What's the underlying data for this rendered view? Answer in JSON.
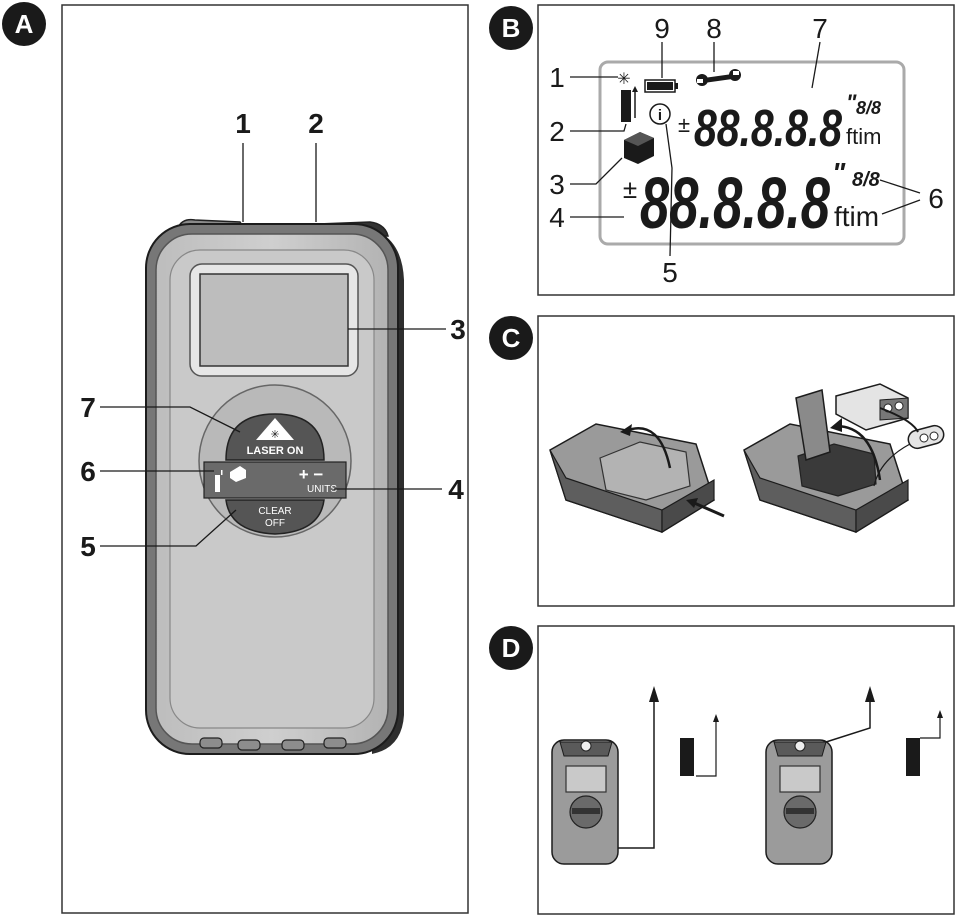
{
  "panels": [
    {
      "badge": "A"
    },
    {
      "badge": "B"
    },
    {
      "badge": "C"
    },
    {
      "badge": "D"
    }
  ],
  "panel_a": {
    "callouts": [
      "1",
      "2",
      "3",
      "4",
      "5",
      "6",
      "7"
    ],
    "buttons": {
      "laser_icon": "✳",
      "laser": "LASER ON",
      "plus_minus": "+ −",
      "units": "UNITS",
      "clear": "CLEAR",
      "off": "OFF"
    }
  },
  "panel_b": {
    "callouts": [
      "1",
      "2",
      "3",
      "4",
      "5",
      "6",
      "7",
      "8",
      "9"
    ],
    "display": {
      "plus_minus": "±",
      "top_digits": "88.8.8.8",
      "bottom_digits": "88.8.8.8",
      "feet_mark": "\"",
      "fraction": "8/8",
      "units": "ftim",
      "info_glyph": "i",
      "laser_glyph": "✳"
    }
  }
}
